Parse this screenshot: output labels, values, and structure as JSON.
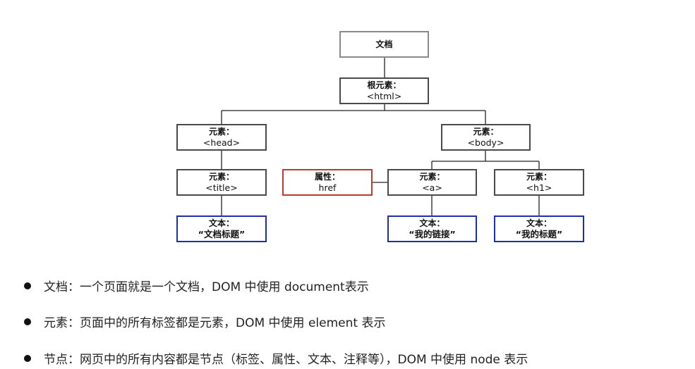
{
  "title_fragment": "",
  "tree": {
    "document": {
      "label": "文档"
    },
    "html": {
      "kind": "根元素：",
      "tag": "<html>"
    },
    "head": {
      "kind": "元素：",
      "tag": "<head>"
    },
    "body": {
      "kind": "元素：",
      "tag": "<body>"
    },
    "title": {
      "kind": "元素：",
      "tag": "<title>"
    },
    "href_attr": {
      "kind": "属性：",
      "value": "href"
    },
    "a": {
      "kind": "元素：",
      "tag": "<a>"
    },
    "h1": {
      "kind": "元素：",
      "tag": "<h1>"
    },
    "title_text": {
      "kind": "文本：",
      "value": "“文档标题”"
    },
    "a_text": {
      "kind": "文本：",
      "value": "“我的链接”"
    },
    "h1_text": {
      "kind": "文本：",
      "value": "“我的标题”"
    }
  },
  "colors": {
    "element_border": "#4a4a4a",
    "document_border": "#8a8a8a",
    "attribute_border": "#c0392b",
    "text_border": "#1f2fa8"
  },
  "bullets": [
    {
      "text": "文档：一个页面就是一个文档，DOM 中使用 document表示"
    },
    {
      "text": "元素：页面中的所有标签都是元素，DOM 中使用 element 表示"
    },
    {
      "text": "节点：网页中的所有内容都是节点（标签、属性、文本、注释等），DOM 中使用 node 表示"
    }
  ]
}
